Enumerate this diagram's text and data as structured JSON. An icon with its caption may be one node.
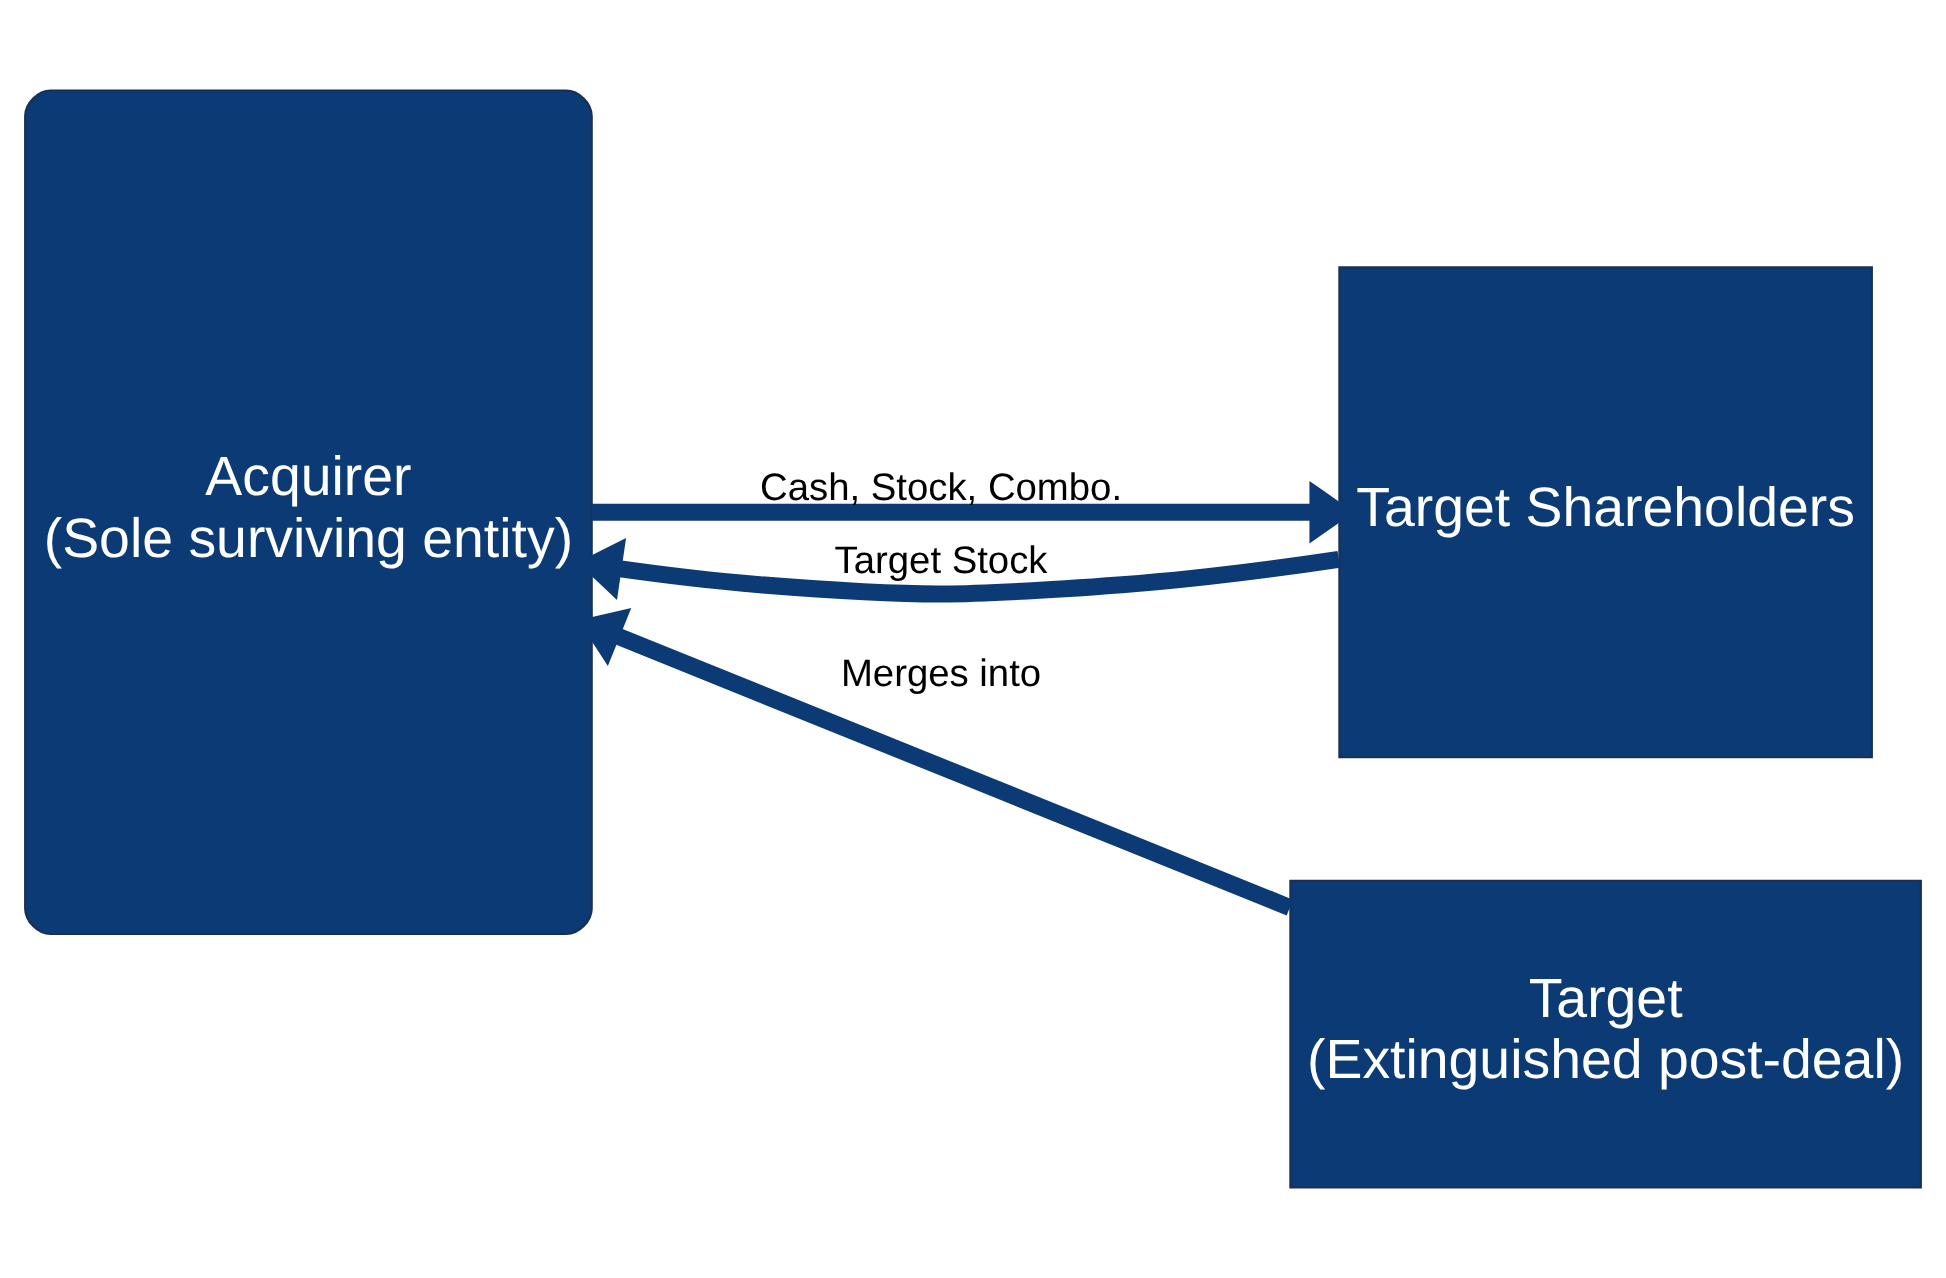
{
  "diagram": {
    "nodes": [
      {
        "text": [
          "Acquirer",
          "(Sole surviving entity)"
        ]
      },
      {
        "text": [
          "Target Shareholders"
        ]
      },
      {
        "text": [
          "Target",
          "(Extinguished post-deal)"
        ]
      }
    ],
    "edges": [
      {
        "from": 0,
        "to": 1,
        "arrow": "to",
        "label": "Cash, Stock, Combo."
      },
      {
        "from": 1,
        "to": 0,
        "arrow": "to",
        "label": "Target Stock"
      },
      {
        "from": 2,
        "to": 0,
        "arrow": "to",
        "label": "Merges into"
      }
    ]
  }
}
